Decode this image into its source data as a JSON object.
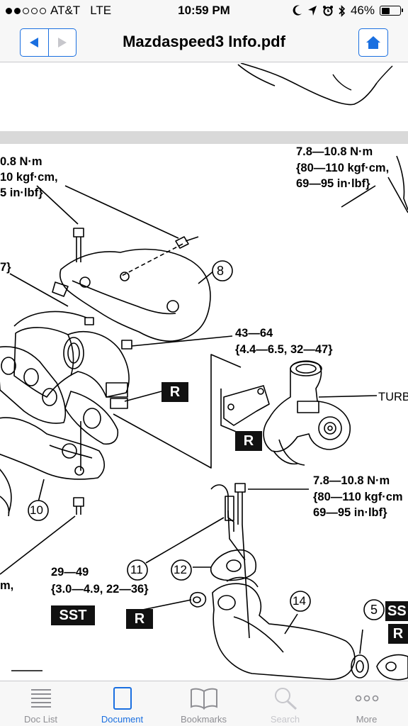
{
  "status_bar": {
    "carrier": "AT&T",
    "network": "LTE",
    "time": "10:59 PM",
    "battery": "46%",
    "battery_level": 0.46
  },
  "nav_bar": {
    "title": "Mazdaspeed3 Info.pdf"
  },
  "diagram": {
    "torque_top_left": [
      "0.8 N·m",
      "10 kgf·cm,",
      "5 in·lbf}"
    ],
    "torque_top_right": [
      "7.8—10.8 N·m",
      "{80—110 kgf·cm,",
      "69—95 in·lbf}"
    ],
    "torque_left_partial": "7}",
    "torque_mid": [
      "43—64",
      "{4.4—6.5, 32—47}"
    ],
    "torque_right_mid": [
      "7.8—10.8 N·m",
      "{80—110 kgf·cm",
      "69—95 in·lbf}"
    ],
    "torque_bottom": [
      "29—49",
      "{3.0—4.9, 22—36}"
    ],
    "partial_left_bottom": "m,",
    "turbo_label": "TURB",
    "badge_r": "R",
    "badge_sst": "SST",
    "badge_ss": "SS",
    "callouts": [
      "8",
      "10",
      "11",
      "12",
      "14",
      "5"
    ]
  },
  "tab_bar": {
    "tabs": [
      {
        "label": "Doc List",
        "icon": "list-icon",
        "state": "normal"
      },
      {
        "label": "Document",
        "icon": "document-icon",
        "state": "active"
      },
      {
        "label": "Bookmarks",
        "icon": "book-icon",
        "state": "normal"
      },
      {
        "label": "Search",
        "icon": "search-icon",
        "state": "disabled"
      },
      {
        "label": "More",
        "icon": "more-icon",
        "state": "normal"
      }
    ]
  },
  "colors": {
    "accent": "#1a6fe0",
    "bar_background": "#f7f7f7",
    "inactive_tab": "#8e8e93",
    "page_gap": "#d9d9d9"
  }
}
